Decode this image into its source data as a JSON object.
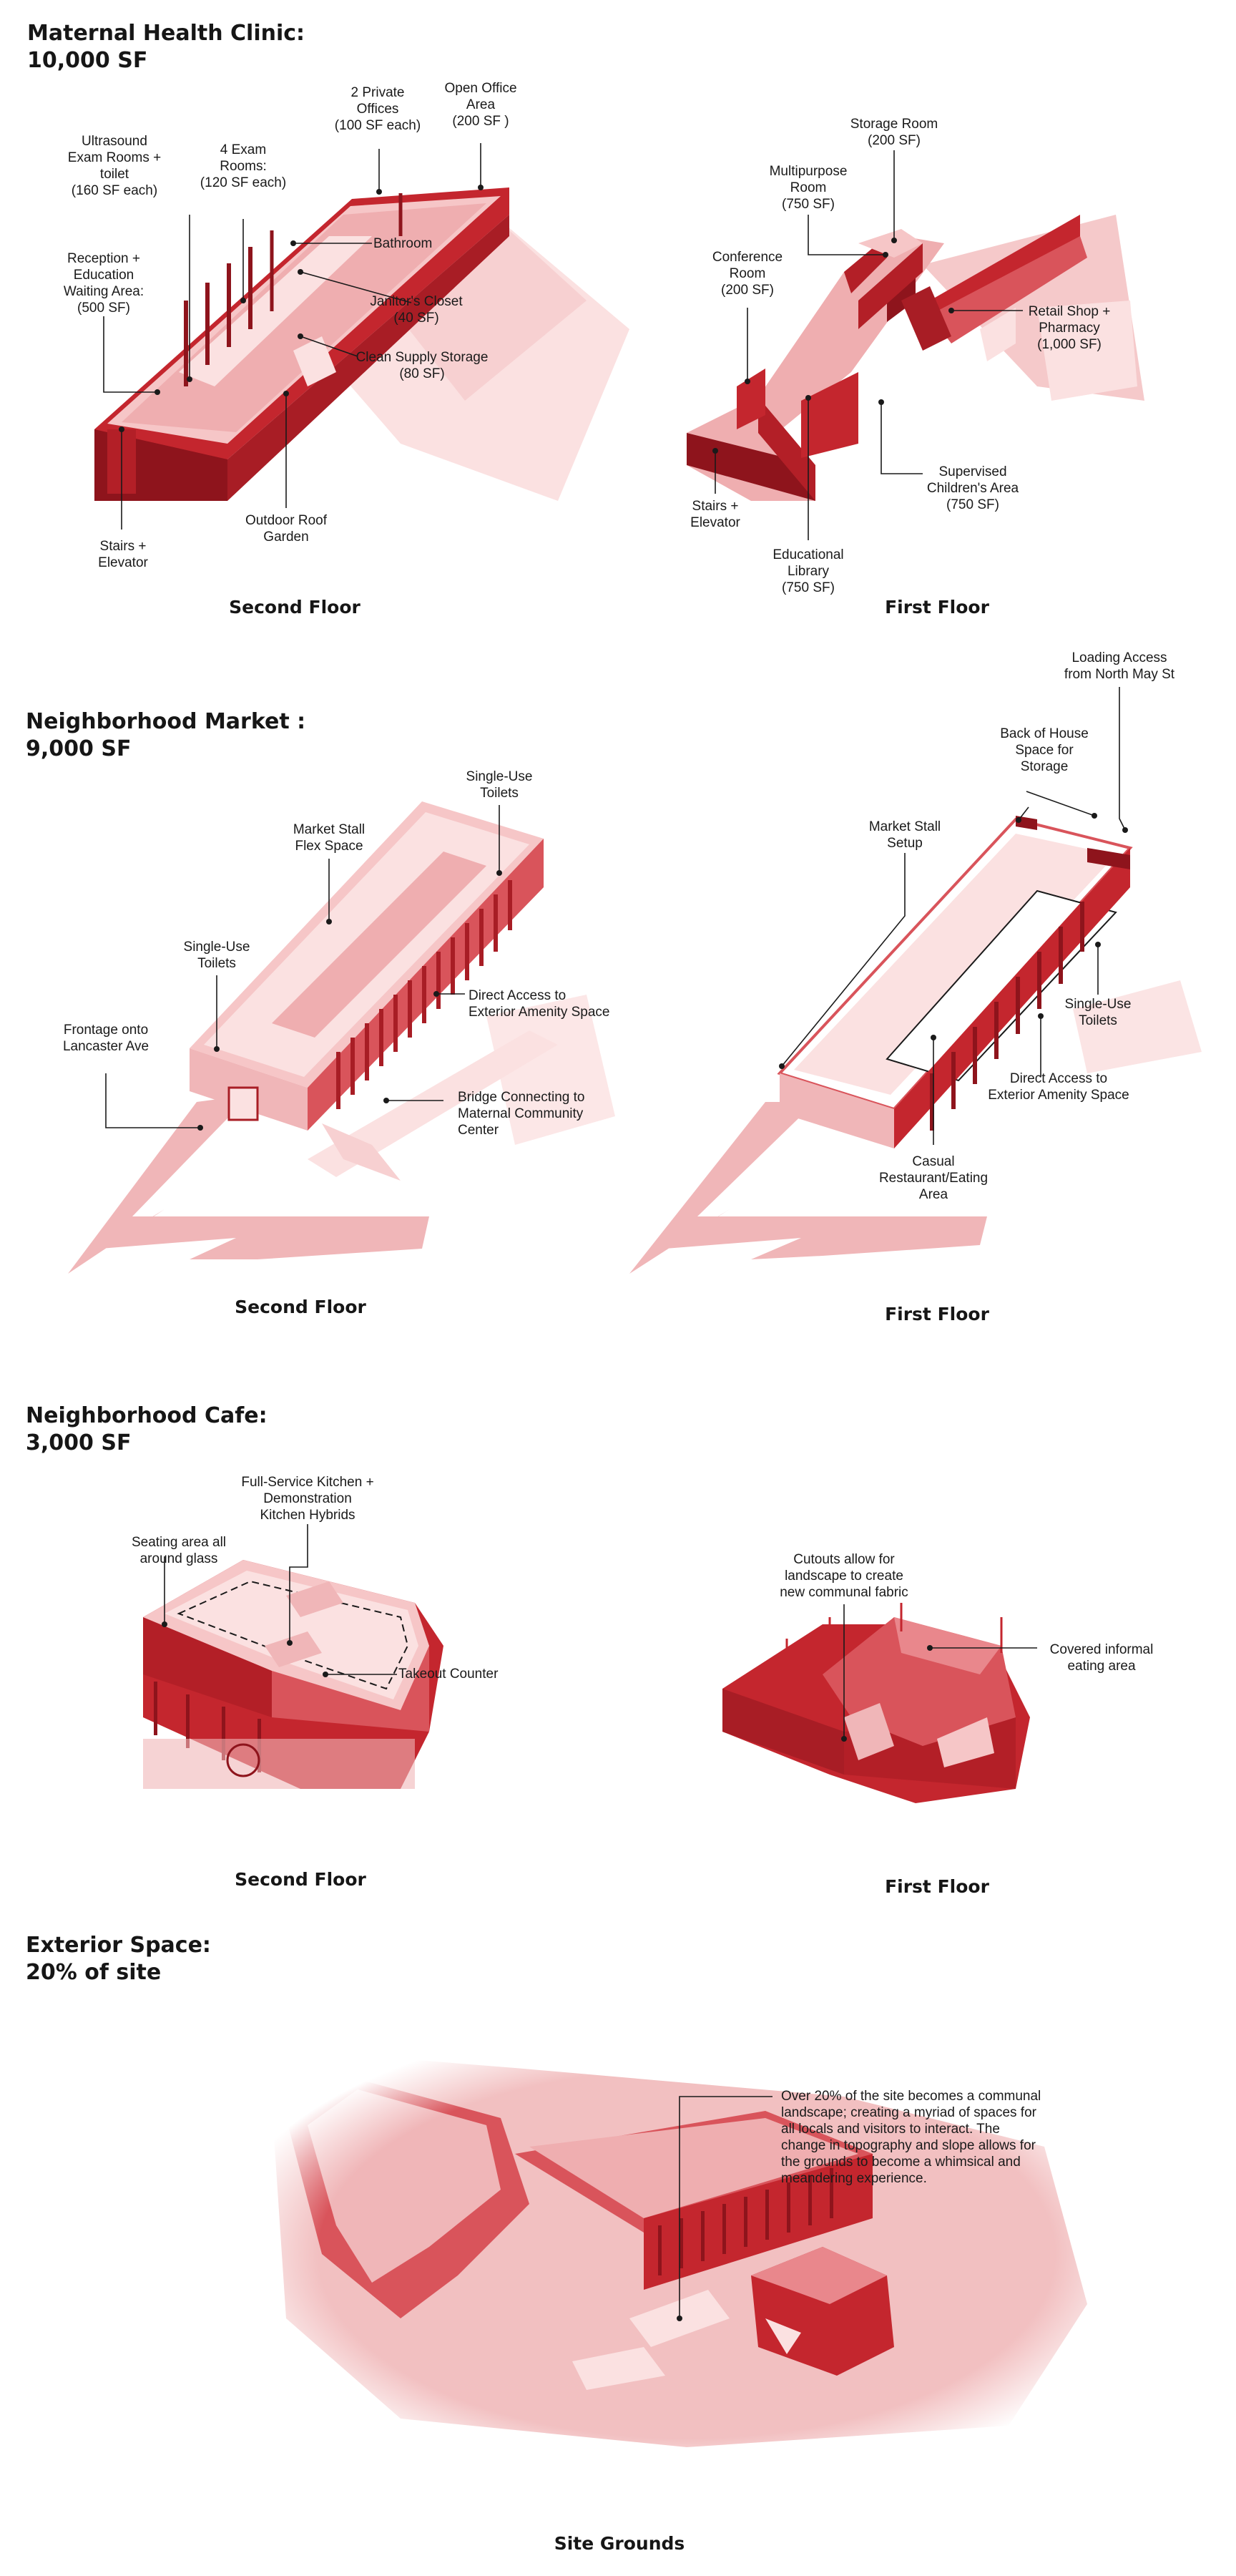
{
  "colors": {
    "red": "#c4262e",
    "dark_red": "#8e141c",
    "mid_red": "#d9545b",
    "pink": "#f0b6b8",
    "light_pink": "#fbe1e1"
  },
  "clinic": {
    "title": "Maternal Health Clinic:",
    "area": "10,000 SF",
    "second_floor": {
      "caption": "Second Floor",
      "labels": {
        "private_offices": [
          "2 Private",
          "Offices",
          "(100 SF each)"
        ],
        "open_office": [
          "Open Office",
          "Area",
          "(200 SF )"
        ],
        "exam_rooms": [
          "4 Exam",
          "Rooms:",
          "(120 SF each)"
        ],
        "ultrasound": [
          "Ultrasound",
          "Exam Rooms +",
          "toilet",
          "(160 SF each)"
        ],
        "reception": [
          "Reception +",
          "Education",
          "Waiting Area:",
          "(500 SF)"
        ],
        "bathroom": [
          "Bathroom"
        ],
        "janitor": [
          "Janitor's Closet",
          "(40 SF)"
        ],
        "supply": [
          "Clean Supply Storage",
          "(80 SF)"
        ],
        "roof_garden": [
          "Outdoor Roof",
          "Garden"
        ],
        "stairs": [
          "Stairs +",
          "Elevator"
        ]
      }
    },
    "first_floor": {
      "caption": "First Floor",
      "labels": {
        "storage": [
          "Storage Room",
          "(200 SF)"
        ],
        "multipurpose": [
          "Multipurpose",
          "Room",
          "(750 SF)"
        ],
        "conference": [
          "Conference",
          "Room",
          "(200 SF)"
        ],
        "retail": [
          "Retail Shop +",
          "Pharmacy",
          "(1,000 SF)"
        ],
        "childrens": [
          "Supervised",
          "Children's Area",
          "(750 SF)"
        ],
        "stairs": [
          "Stairs +",
          "Elevator"
        ],
        "library": [
          "Educational",
          "Library",
          "(750 SF)"
        ]
      }
    }
  },
  "market": {
    "title": "Neighborhood Market :",
    "area": "9,000 SF",
    "second_floor": {
      "caption": "Second Floor",
      "labels": {
        "toilets_top": [
          "Single-Use",
          "Toilets"
        ],
        "flex": [
          "Market Stall",
          "Flex Space"
        ],
        "toilets_left": [
          "Single-Use",
          "Toilets"
        ],
        "direct_access": [
          "Direct Access to",
          "Exterior Amenity Space"
        ],
        "frontage": [
          "Frontage onto",
          "Lancaster Ave"
        ],
        "bridge": [
          "Bridge Connecting to",
          "Maternal Community",
          "Center"
        ]
      }
    },
    "first_floor": {
      "caption": "First Floor",
      "labels": {
        "loading": [
          "Loading Access",
          "from North May St"
        ],
        "back_of_house": [
          "Back of House",
          "Space for",
          "Storage"
        ],
        "stall_setup": [
          "Market Stall",
          "Setup"
        ],
        "toilets": [
          "Single-Use",
          "Toilets"
        ],
        "direct_access": [
          "Direct Access to",
          "Exterior Amenity Space"
        ],
        "restaurant": [
          "Casual",
          "Restaurant/Eating",
          "Area"
        ]
      }
    }
  },
  "cafe": {
    "title": "Neighborhood Cafe:",
    "area": "3,000 SF",
    "second_floor": {
      "caption": "Second Floor",
      "labels": {
        "kitchen": [
          "Full-Service Kitchen +",
          "Demonstration",
          "Kitchen Hybrids"
        ],
        "seating": [
          "Seating area all",
          "around glass"
        ],
        "takeout": [
          "Takeout Counter"
        ]
      }
    },
    "first_floor": {
      "caption": "First Floor",
      "labels": {
        "cutouts": [
          "Cutouts allow for",
          "landscape to create",
          "new communal fabric"
        ],
        "covered": [
          "Covered informal",
          "eating area"
        ]
      }
    }
  },
  "exterior": {
    "title": "Exterior Space:",
    "area": "20% of site",
    "caption": "Site Grounds",
    "description": "Over 20% of the site becomes a communal landscape; creating a myriad of spaces for all locals and visitors to interact. The change in topography and slope allows for the grounds to become a whimsical and meandering experience."
  }
}
